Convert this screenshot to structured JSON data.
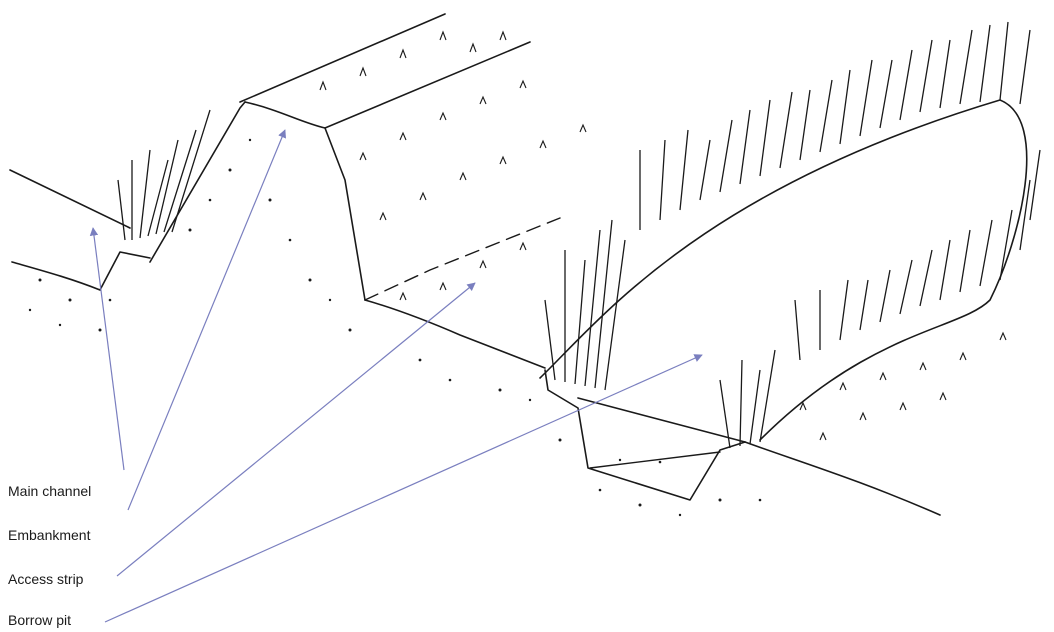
{
  "labels": {
    "main_channel": "Main channel",
    "embankment": "Embankment",
    "access_strip": "Access strip",
    "borrow_pit": "Borrow pit"
  },
  "colors": {
    "ink": "#1a1a1a",
    "arrow": "#7a7fbf",
    "background": "#ffffff"
  }
}
